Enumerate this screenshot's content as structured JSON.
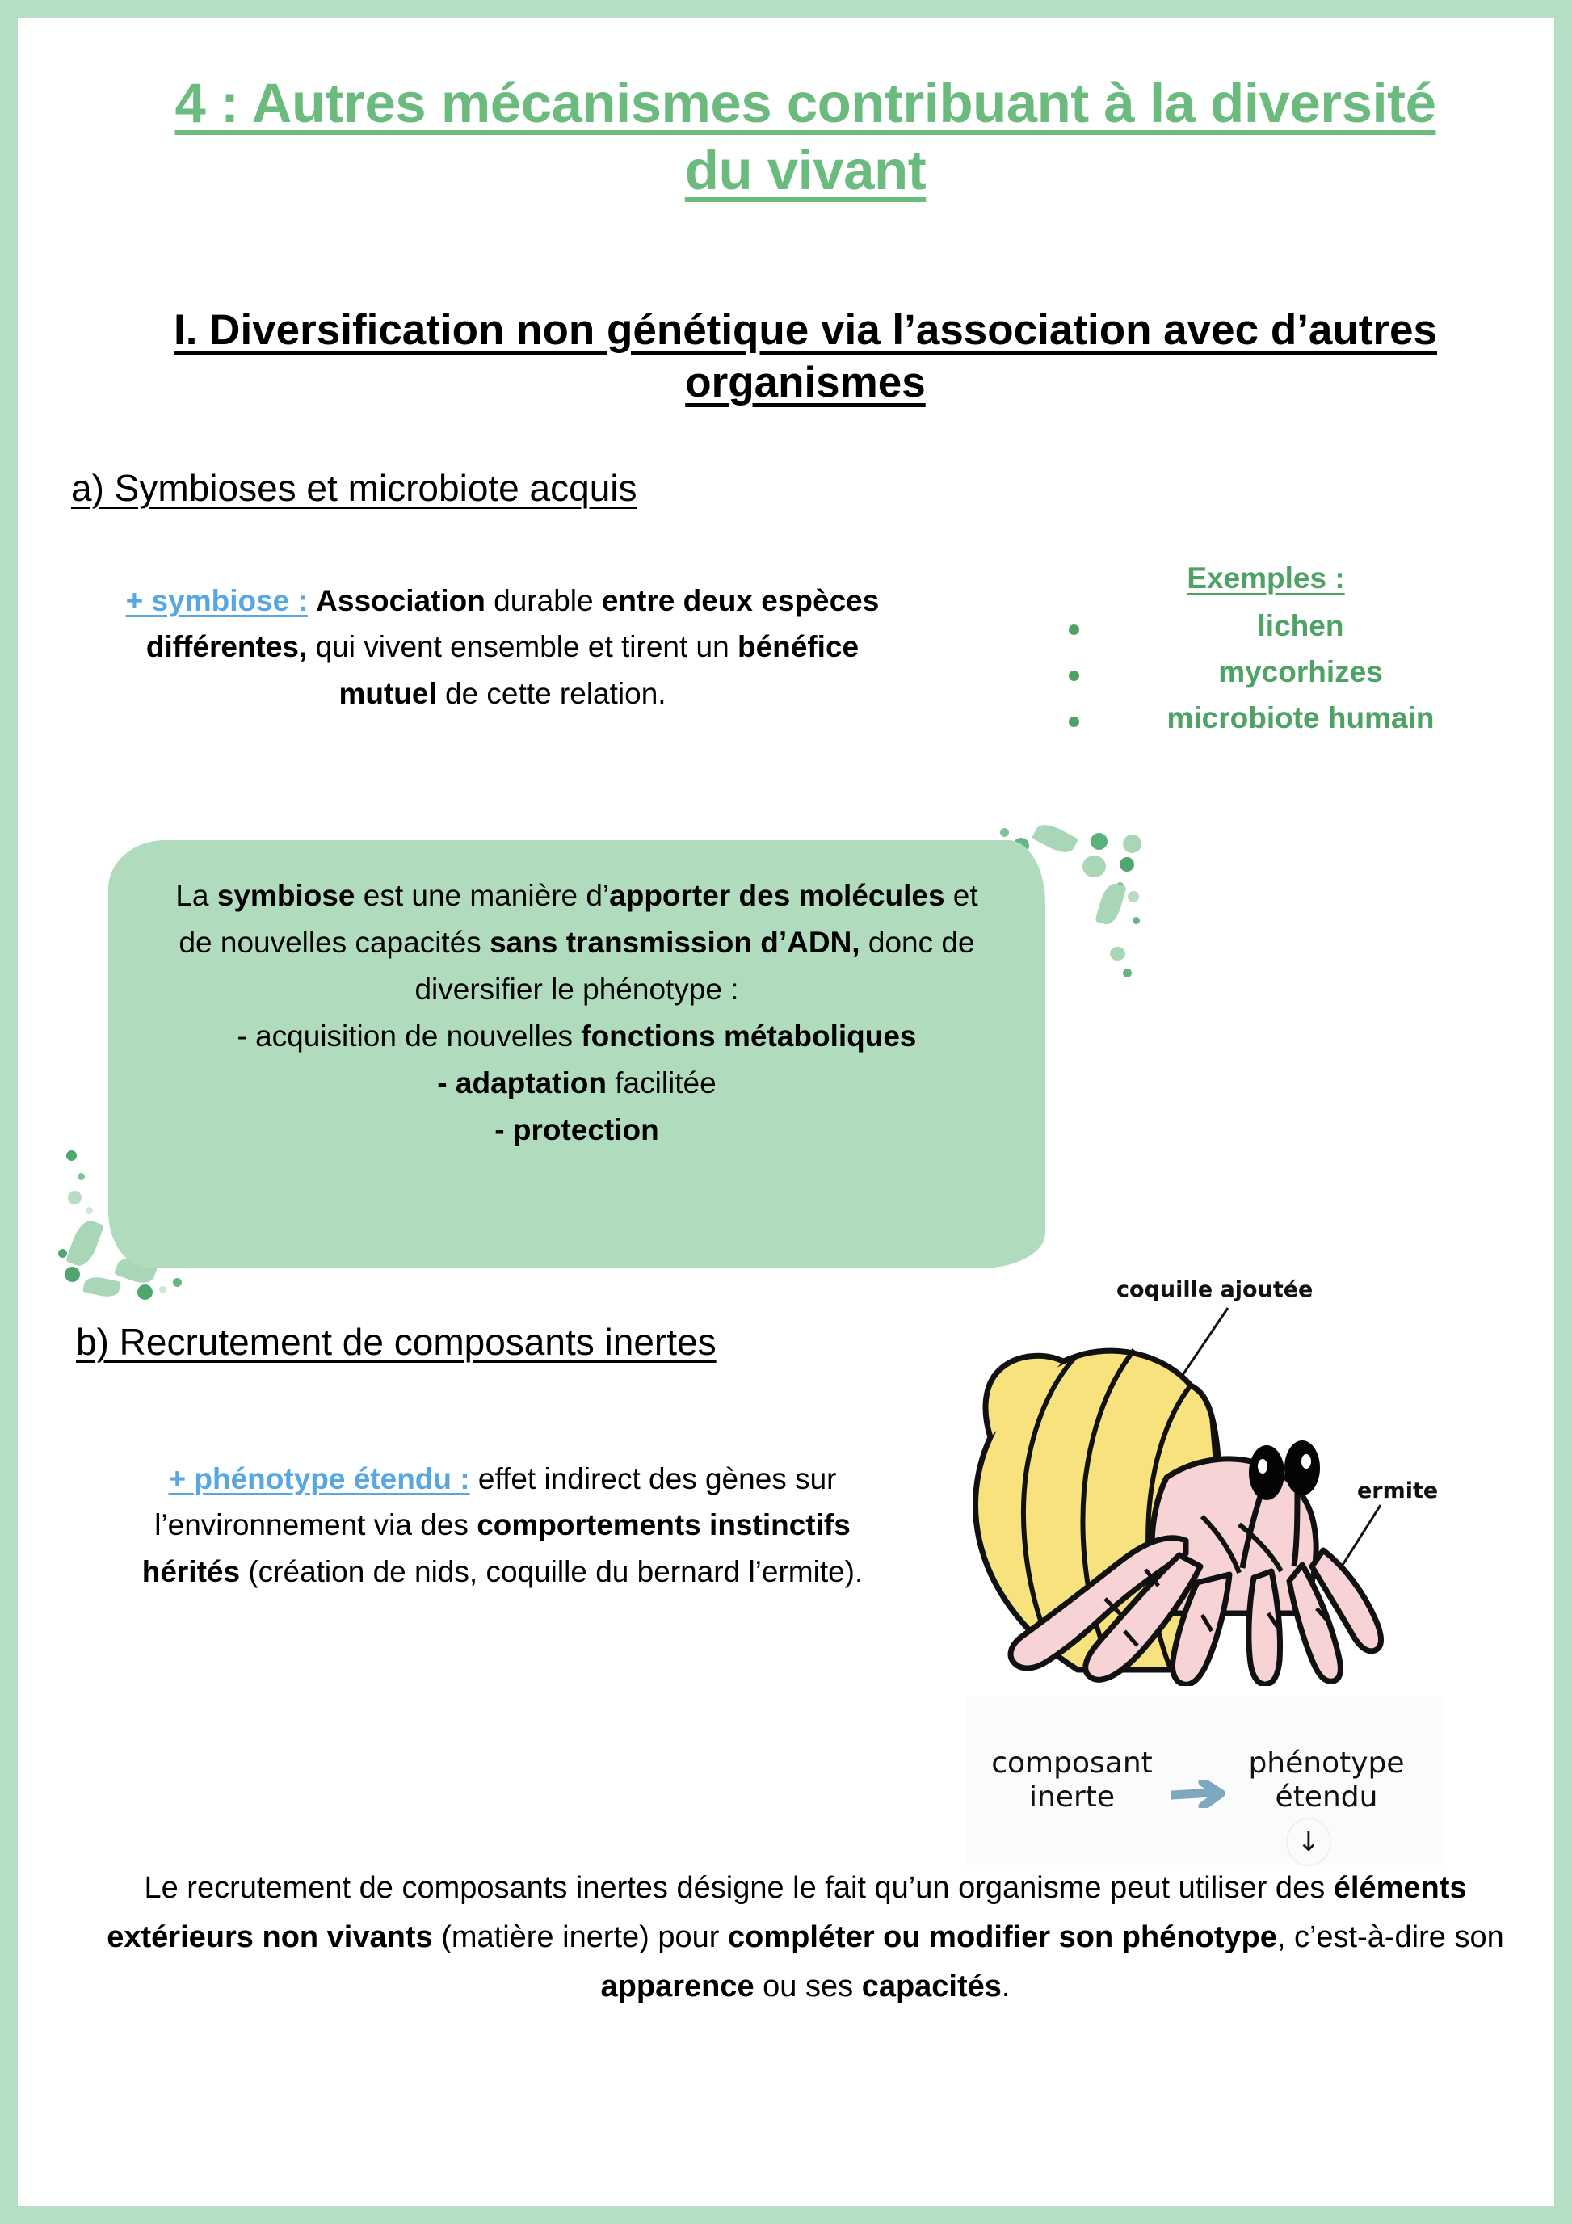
{
  "colors": {
    "page_border": "#b5dfc4",
    "title_green": "#6cbb7e",
    "accent_blue": "#58a7e0",
    "example_green": "#4fa266",
    "callout_bg": "#b0dbbd",
    "leaf_green": "#a8d6b7",
    "shell_yellow": "#f7e27e",
    "crab_pink": "#f8d3d6",
    "arrow_blue": "#7ca8c0"
  },
  "title": "4 : Autres mécanismes contribuant à la diversité du vivant",
  "section_I": {
    "heading": "I. Diversification non génétique via l’association avec d’autres organismes",
    "sub_a": "a) Symbioses et microbiote acquis ",
    "sub_b": "b) Recrutement de composants inertes "
  },
  "definitions": {
    "symbiose": {
      "term": "+ symbiose :",
      "segments": [
        {
          "text": "  ",
          "style": "normal"
        },
        {
          "text": "Association",
          "style": "bold"
        },
        {
          "text": " durable ",
          "style": "normal"
        },
        {
          "text": "entre deux espèces différentes,",
          "style": "bold"
        },
        {
          "text": " qui vivent ensemble et tirent un ",
          "style": "normal"
        },
        {
          "text": "bénéfice mutuel",
          "style": "bold"
        },
        {
          "text": " de cette relation.",
          "style": "normal"
        }
      ]
    },
    "phenotype_etendu": {
      "term": "+ phénotype étendu :",
      "segments": [
        {
          "text": " effet indirect des gènes sur l’environnement via des ",
          "style": "normal"
        },
        {
          "text": "comportements instinctifs hérités",
          "style": "bold"
        },
        {
          "text": " (création de nids, coquille du bernard l’ermite).",
          "style": "normal"
        }
      ]
    }
  },
  "examples": {
    "title": "Exemples :",
    "items": [
      "lichen",
      "mycorhizes",
      "microbiote humain"
    ]
  },
  "callout": {
    "segments": [
      {
        "text": "La ",
        "style": "normal"
      },
      {
        "text": "symbiose",
        "style": "bold"
      },
      {
        "text": " est une manière d’",
        "style": "normal"
      },
      {
        "text": "apporter des molécules",
        "style": "bold"
      },
      {
        "text": " et de nouvelles capacités ",
        "style": "normal"
      },
      {
        "text": "sans transmission d’ADN,",
        "style": "bold"
      },
      {
        "text": " donc de diversifier le phénotype :",
        "style": "normal"
      },
      {
        "text": "\n",
        "style": "break"
      },
      {
        "text": "- acquisition de nouvelles ",
        "style": "normal"
      },
      {
        "text": "fonctions métaboliques",
        "style": "bold"
      },
      {
        "text": "\n",
        "style": "break"
      },
      {
        "text": "- adaptation",
        "style": "bold"
      },
      {
        "text": " facilitée",
        "style": "normal"
      },
      {
        "text": "\n",
        "style": "break"
      },
      {
        "text": "- protection",
        "style": "bold"
      }
    ]
  },
  "illustration": {
    "label_shell": "coquille ajoutée",
    "label_crab": "ermite"
  },
  "arrow_diagram": {
    "left_label": "composant inerte",
    "right_label": "phénotype étendu",
    "down_arrow_glyph": "↓"
  },
  "final_paragraph": {
    "segments": [
      {
        "text": "Le recrutement de composants inertes désigne le fait qu’un organisme peut utiliser des ",
        "style": "normal"
      },
      {
        "text": "éléments extérieurs non vivants",
        "style": "bold"
      },
      {
        "text": " (matière inerte) pour ",
        "style": "normal"
      },
      {
        "text": "compléter ou modifier son phénotype",
        "style": "bold"
      },
      {
        "text": ", c’est-à-dire son ",
        "style": "normal"
      },
      {
        "text": "apparence",
        "style": "bold"
      },
      {
        "text": " ou ses ",
        "style": "normal"
      },
      {
        "text": "capacités",
        "style": "bold"
      },
      {
        "text": ".",
        "style": "normal"
      }
    ]
  }
}
